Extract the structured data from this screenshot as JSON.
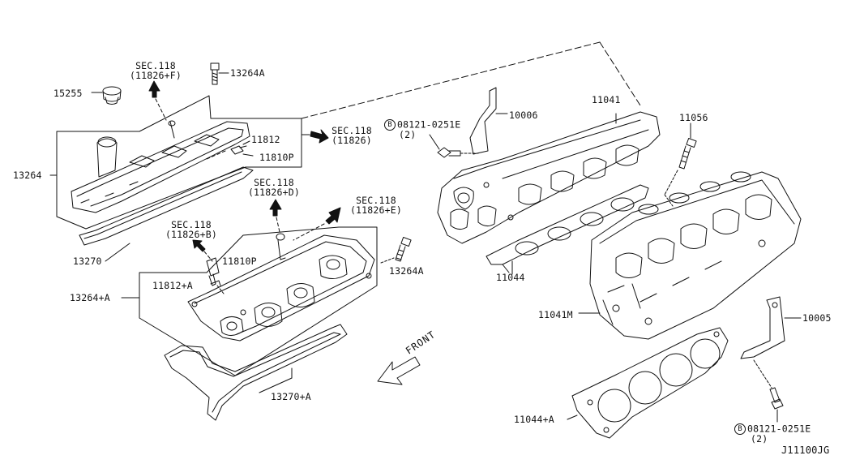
{
  "diagram": {
    "drawing_code": "J11100JG",
    "front_label": "FRONT",
    "labels": {
      "p15255": "15255",
      "sec118_f": "SEC.118",
      "sec118_f_sub": "(11826+F)",
      "p13264a_top": "13264A",
      "p11812": "11812",
      "p11810p": "11810P",
      "sec118_top": "SEC.118",
      "sec118_top_sub": "(11826)",
      "p13264": "13264",
      "p13270": "13270",
      "sec118_d": "SEC.118",
      "sec118_d_sub": "(11826+D)",
      "sec118_e": "SEC.118",
      "sec118_e_sub": "(11826+E)",
      "sec118_b": "SEC.118",
      "sec118_b_sub": "(11826+B)",
      "p11810p_b": "11810P",
      "p11812a": "11812+A",
      "p13264a_right": "13264A",
      "p13264plusa": "13264+A",
      "p13270plusa": "13270+A",
      "bolt_top": "08121-0251E",
      "bolt_top_qty": "(2)",
      "bolt_mark": "B",
      "p10006": "10006",
      "p11041": "11041",
      "p11056": "11056",
      "p11044": "11044",
      "p11041m": "11041M",
      "p10005": "10005",
      "p11044a": "11044+A",
      "bolt_bottom": "08121-0251E",
      "bolt_bottom_qty": "(2)"
    }
  }
}
